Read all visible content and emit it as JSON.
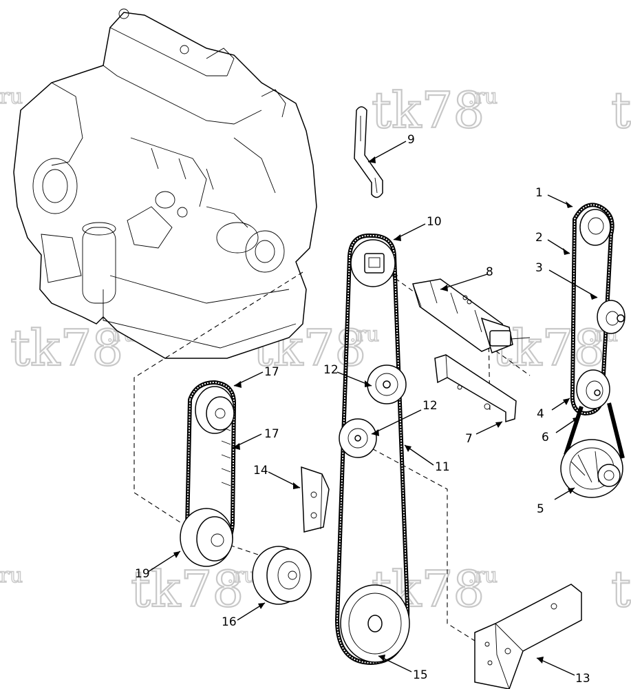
{
  "watermark": {
    "main": "tk78",
    "suffix": ".ru",
    "color": "#c8c8c8"
  },
  "callouts": [
    {
      "id": "c1",
      "label": "1"
    },
    {
      "id": "c2",
      "label": "2"
    },
    {
      "id": "c3",
      "label": "3"
    },
    {
      "id": "c4",
      "label": "4"
    },
    {
      "id": "c5",
      "label": "5"
    },
    {
      "id": "c6",
      "label": "6"
    },
    {
      "id": "c7",
      "label": "7"
    },
    {
      "id": "c8",
      "label": "8"
    },
    {
      "id": "c9",
      "label": "9"
    },
    {
      "id": "c10",
      "label": "10"
    },
    {
      "id": "c11",
      "label": "11"
    },
    {
      "id": "c12a",
      "label": "12"
    },
    {
      "id": "c12b",
      "label": "12"
    },
    {
      "id": "c13",
      "label": "13"
    },
    {
      "id": "c14",
      "label": "14"
    },
    {
      "id": "c15",
      "label": "15"
    },
    {
      "id": "c16",
      "label": "16"
    },
    {
      "id": "c17a",
      "label": "17"
    },
    {
      "id": "c17b",
      "label": "17"
    },
    {
      "id": "c19",
      "label": "19"
    }
  ]
}
